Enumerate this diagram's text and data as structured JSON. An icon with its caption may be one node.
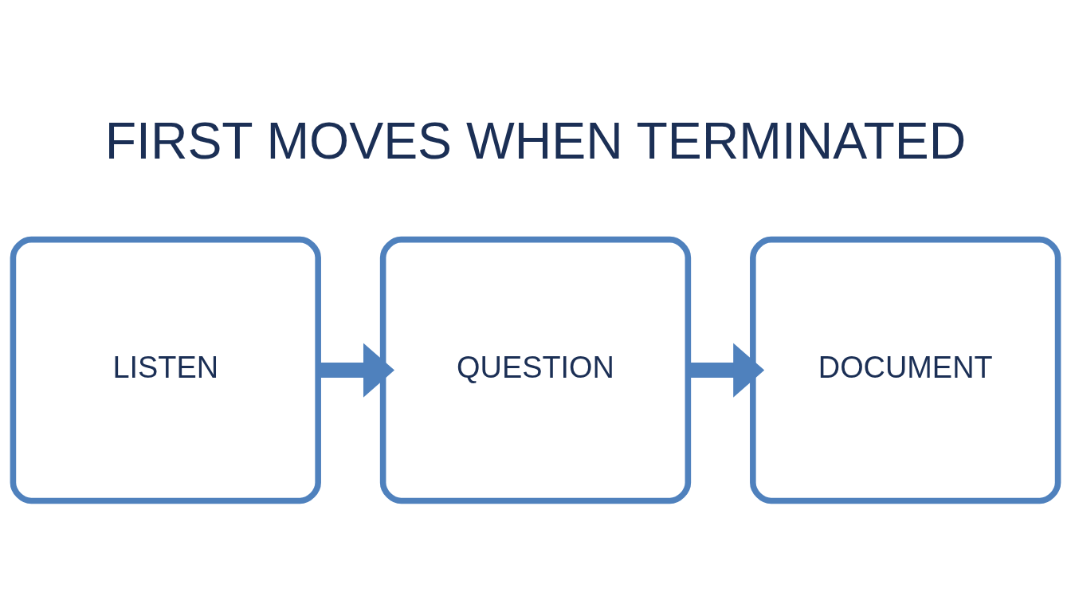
{
  "diagram": {
    "title": "FIRST MOVES WHEN TERMINATED",
    "nodes": [
      {
        "text": [
          "LISTEN"
        ]
      },
      {
        "text": [
          "QUESTION"
        ]
      },
      {
        "text": [
          "DOCUMENT"
        ]
      }
    ],
    "edges": [
      {
        "from": 0,
        "to": 1,
        "arrow": "to"
      },
      {
        "from": 1,
        "to": 2,
        "arrow": "to"
      }
    ]
  }
}
